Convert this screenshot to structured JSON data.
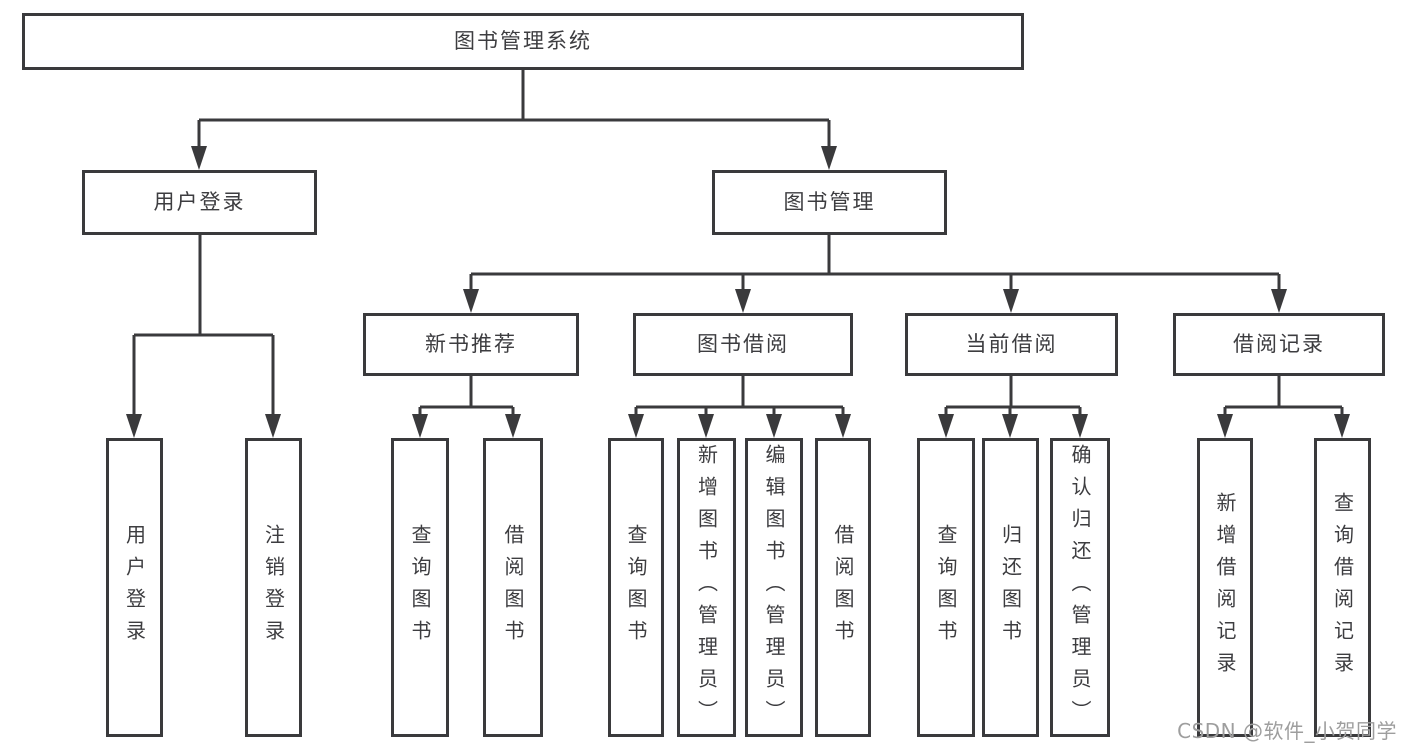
{
  "diagram": {
    "root": {
      "label": "图书管理系统"
    },
    "level1": [
      {
        "label": "用户登录"
      },
      {
        "label": "图书管理"
      }
    ],
    "level2": [
      {
        "label": "新书推荐"
      },
      {
        "label": "图书借阅"
      },
      {
        "label": "当前借阅"
      },
      {
        "label": "借阅记录"
      }
    ],
    "leaves": {
      "user_login": [
        {
          "label": "用户登录"
        },
        {
          "label": "注销登录"
        }
      ],
      "new_books": [
        {
          "label": "查询图书"
        },
        {
          "label": "借阅图书"
        }
      ],
      "book_borrow": [
        {
          "label": "查询图书"
        },
        {
          "label": "新增图书（管理员）"
        },
        {
          "label": "编辑图书（管理员）"
        },
        {
          "label": "借阅图书"
        }
      ],
      "current_borrow": [
        {
          "label": "查询图书"
        },
        {
          "label": "归还图书"
        },
        {
          "label": "确认归还（管理员）"
        }
      ],
      "borrow_records": [
        {
          "label": "新增借阅记录"
        },
        {
          "label": "查询借阅记录"
        }
      ]
    }
  },
  "watermark": {
    "text": "CSDN @软件_小贺同学"
  },
  "colors": {
    "line": "#3a3a3c",
    "text": "#3d3d40",
    "watermark": "#9e9e9e",
    "background": "#ffffff"
  }
}
